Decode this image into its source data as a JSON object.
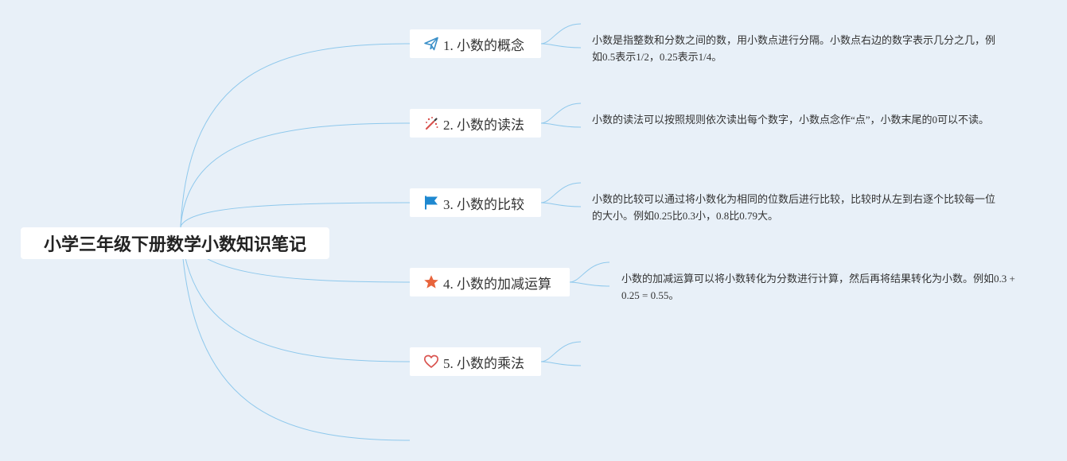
{
  "root": {
    "title": "小学三年级下册数学小数知识笔记"
  },
  "topics": [
    {
      "label": "1. 小数的概念",
      "icon": "paper-plane-icon",
      "icon_color": "#3a8fc8",
      "note": "小数是指整数和分数之间的数，用小数点进行分隔。小数点右边的数字表示几分之几，例如0.5表示1/2，0.25表示1/4。"
    },
    {
      "label": "2. 小数的读法",
      "icon": "magic-wand-icon",
      "icon_color": "#d9534f",
      "note": "小数的读法可以按照规则依次读出每个数字，小数点念作“点”，小数末尾的0可以不读。"
    },
    {
      "label": "3. 小数的比较",
      "icon": "flag-icon",
      "icon_color": "#1e88d0",
      "note": "小数的比较可以通过将小数化为相同的位数后进行比较，比较时从左到右逐个比较每一位的大小。例如0.25比0.3小，0.8比0.79大。"
    },
    {
      "label": "4. 小数的加减运算",
      "icon": "star-icon",
      "icon_color": "#e8643c",
      "note": "小数的加减运算可以将小数转化为分数进行计算，然后再将结果转化为小数。例如0.3 + 0.25 = 0.55。"
    },
    {
      "label": "5. 小数的乘法",
      "icon": "heart-icon",
      "icon_color": "#d9534f",
      "note": ""
    }
  ],
  "colors": {
    "background": "#e8f0f8",
    "connector": "#8ec8ec"
  }
}
